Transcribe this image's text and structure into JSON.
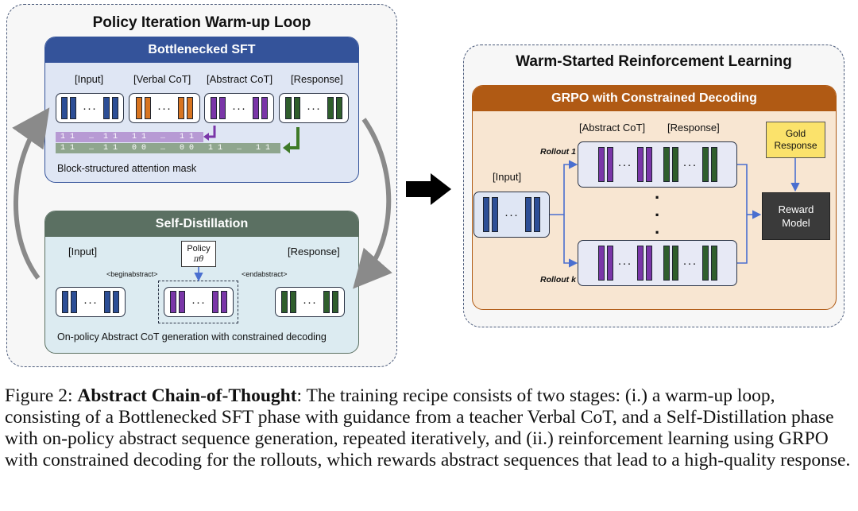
{
  "left_panel": {
    "title": "Policy Iteration Warm-up Loop",
    "sft": {
      "title": "Bottlenecked SFT",
      "labels": [
        "[Input]",
        "[Verbal CoT]",
        "[Abstract CoT]",
        "[Response]"
      ],
      "mask_row1": "1 1   …  1 1   1 1   …   1 1",
      "mask_row2": "1 1   …  1 1   0 0   …   0 0   1 1   …   1 1",
      "mask_caption": "Block-structured attention mask"
    },
    "distill": {
      "title": "Self-Distillation",
      "input_label": "[Input]",
      "response_label": "[Response]",
      "policy_label": "Policy",
      "policy_symbol": "πθ",
      "begin_tag": "<beginabstract>",
      "end_tag": "<endabstract>",
      "caption": "On-policy Abstract CoT generation with constrained decoding"
    }
  },
  "right_panel": {
    "title": "Warm-Started Reinforcement Learning",
    "grpo": {
      "title": "GRPO with Constrained Decoding",
      "abstract_label": "[Abstract CoT]",
      "response_label": "[Response]",
      "input_label": "[Input]",
      "rollout_first": "Rollout 1",
      "rollout_last": "Rollout k",
      "gold_response": "Gold Response",
      "reward_model": "Reward Model",
      "vdots": "·"
    }
  },
  "token_dots": "···",
  "colors": {
    "sft_header": "#34539a",
    "sft_body": "#dfe6f4",
    "distill_header": "#5b7062",
    "distill_body": "#dcebf1",
    "grpo_header": "#b05a14",
    "grpo_body": "#f8e6d2",
    "gold_box": "#fbe26b",
    "reward_box": "#3a3a3a",
    "mask_purple": "#b79ad4",
    "mask_green": "#8fa68e"
  },
  "caption": {
    "prefix": "Figure 2: ",
    "bold": "Abstract Chain-of-Thought",
    "text": ": The training recipe consists of two stages: (i.) a warm-up loop, consisting of a Bottlenecked SFT phase with guidance from a teacher Verbal CoT, and a Self-Distillation phase with on-policy abstract sequence generation, repeated iteratively, and (ii.) reinforcement learning using GRPO with constrained decoding for the rollouts, which rewards abstract sequences that lead to a high-quality response."
  }
}
